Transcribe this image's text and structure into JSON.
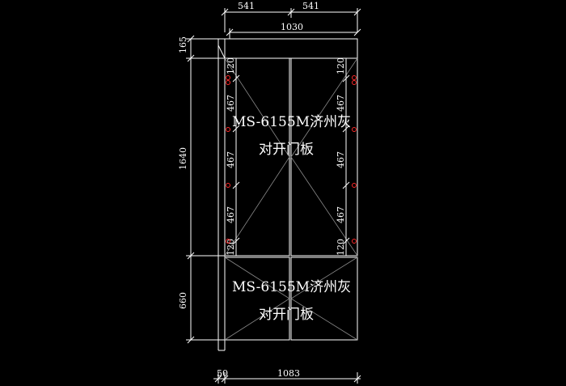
{
  "drawing": {
    "top_dims": {
      "left": "541",
      "right": "541",
      "overall": "1030"
    },
    "bottom_dims": {
      "side": "50",
      "overall": "1083"
    },
    "left_dims": {
      "top": "165",
      "upper": "1640",
      "lower": "660"
    },
    "hinge_dims": {
      "first": "120",
      "second": "467",
      "third": "467",
      "fourth": "467",
      "fifth": "120"
    },
    "upper_panel": {
      "line1": "MS-6155M济州灰",
      "line2": "对开门板"
    },
    "lower_panel": {
      "line1": "MS-6155M济州灰",
      "line2": "对开门板"
    }
  },
  "colors": {
    "background": "#000000",
    "line": "#ffffff",
    "door_pattern": "#8a8a8a",
    "hinge": "#ff2a2a"
  }
}
